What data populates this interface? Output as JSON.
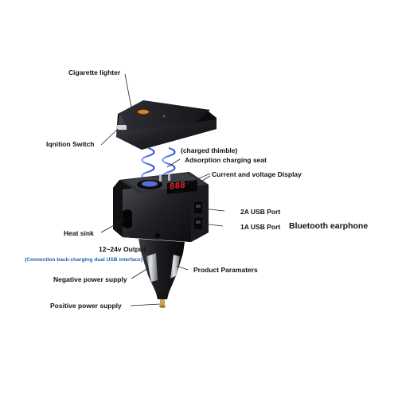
{
  "labels": {
    "cigarette_lighter": "Cigarette lighter",
    "ignition_switch": "Iqnition Switch",
    "charged_thimble": "(charged thimble)",
    "adsorption_seat": "Adsorption charging seat",
    "display": "Current and voltage Display",
    "usb_2a": "2A USB Port",
    "usb_1a": "1A USB Port",
    "bluetooth": "Bluetooth earphone",
    "heat_sink": "Heat sink",
    "output": "12~24v Output",
    "connection_note": "(Connection back-charging dual USB interface)",
    "product_params": "Product Paramaters",
    "negative_supply": "Negative power supply",
    "positive_supply": "Positive power supply"
  },
  "display_readout": "888",
  "colors": {
    "body_dark": "#1e1f22",
    "display_red": "#e0262e",
    "spring_blue": "#3a5bd9",
    "accent_blue": "#1f5fb0",
    "metal_light": "#c9ccd0"
  }
}
